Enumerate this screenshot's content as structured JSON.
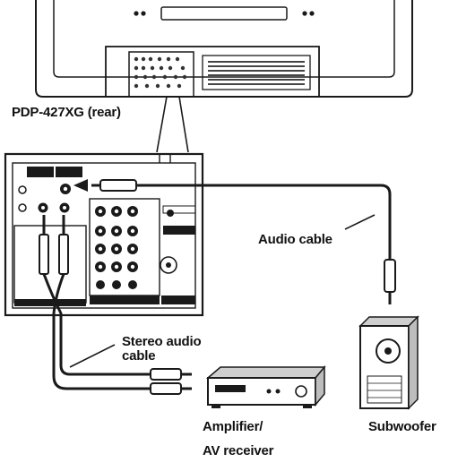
{
  "labels": {
    "model": "PDP-427XG (rear)",
    "audio_cable": "Audio cable",
    "stereo_audio_line1": "Stereo audio",
    "stereo_audio_line2": "cable",
    "amplifier_line1": "Amplifier/",
    "amplifier_line2": "AV receiver",
    "subwoofer": "Subwoofer"
  },
  "colors": {
    "line": "#1a1a1a",
    "panel_fill": "#ffffff",
    "dark_fill": "#222222",
    "gray_fill": "#cfcfcf"
  }
}
